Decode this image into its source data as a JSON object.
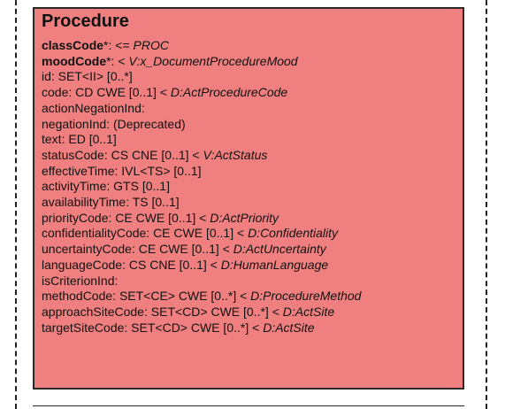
{
  "colors": {
    "box_fill": "#f08080",
    "box_border": "#2a2a2a",
    "text": "#111111"
  },
  "class_box": {
    "title": "Procedure",
    "attributes": [
      {
        "name": "classCode",
        "name_bold": true,
        "rest": "*: <= ",
        "vocab": "PROC"
      },
      {
        "name": "moodCode",
        "name_bold": true,
        "rest": "*: < ",
        "vocab": "V:x_DocumentProcedureMood"
      },
      {
        "name": "id",
        "name_bold": false,
        "rest": ": SET<II> [0..*]",
        "vocab": ""
      },
      {
        "name": "code",
        "name_bold": false,
        "rest": ": CD CWE [0..1] < ",
        "vocab": "D:ActProcedureCode"
      },
      {
        "name": "actionNegationInd",
        "name_bold": false,
        "rest": ":",
        "vocab": ""
      },
      {
        "name": "negationInd",
        "name_bold": false,
        "rest": ": (Deprecated)",
        "vocab": ""
      },
      {
        "name": "text",
        "name_bold": false,
        "rest": ": ED [0..1]",
        "vocab": ""
      },
      {
        "name": "statusCode",
        "name_bold": false,
        "rest": ": CS CNE [0..1] < ",
        "vocab": "V:ActStatus"
      },
      {
        "name": "effectiveTime",
        "name_bold": false,
        "rest": ": IVL<TS> [0..1]",
        "vocab": ""
      },
      {
        "name": "activityTime",
        "name_bold": false,
        "rest": ": GTS [0..1]",
        "vocab": ""
      },
      {
        "name": "availabilityTime",
        "name_bold": false,
        "rest": ": TS [0..1]",
        "vocab": ""
      },
      {
        "name": "priorityCode",
        "name_bold": false,
        "rest": ": CE CWE [0..1] < ",
        "vocab": "D:ActPriority"
      },
      {
        "name": "confidentialityCode",
        "name_bold": false,
        "rest": ": CE CWE [0..1] < ",
        "vocab": "D:Confidentiality"
      },
      {
        "name": "uncertaintyCode",
        "name_bold": false,
        "rest": ": CE CWE [0..1] < ",
        "vocab": "D:ActUncertainty"
      },
      {
        "name": "languageCode",
        "name_bold": false,
        "rest": ": CS CNE [0..1] < ",
        "vocab": "D:HumanLanguage"
      },
      {
        "name": "isCriterionInd",
        "name_bold": false,
        "rest": ":",
        "vocab": ""
      },
      {
        "name": "methodCode",
        "name_bold": false,
        "rest": ": SET<CE> CWE [0..*] < ",
        "vocab": "D:ProcedureMethod"
      },
      {
        "name": "approachSiteCode",
        "name_bold": false,
        "rest": ": SET<CD> CWE [0..*] < ",
        "vocab": "D:ActSite"
      },
      {
        "name": "targetSiteCode",
        "name_bold": false,
        "rest": ": SET<CD> CWE [0..*] < ",
        "vocab": "D:ActSite"
      }
    ]
  }
}
